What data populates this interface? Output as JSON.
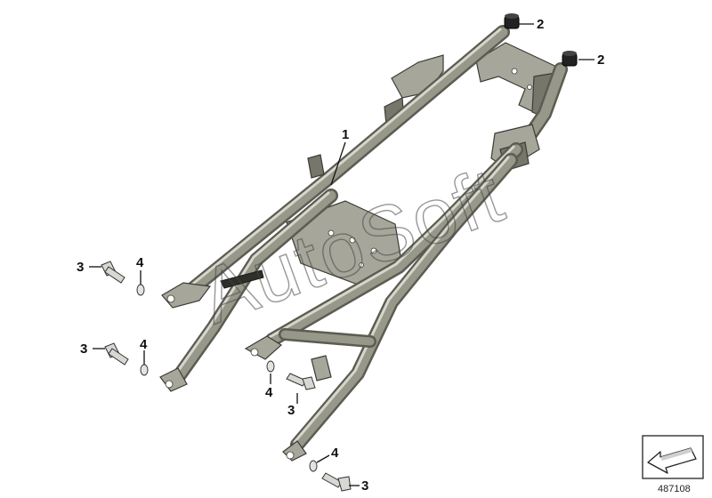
{
  "diagram": {
    "callouts": [
      {
        "id": "c1",
        "text": "1"
      },
      {
        "id": "c2a",
        "text": "2"
      },
      {
        "id": "c2b",
        "text": "2"
      },
      {
        "id": "c3a",
        "text": "3"
      },
      {
        "id": "c4a",
        "text": "4"
      },
      {
        "id": "c3b",
        "text": "3"
      },
      {
        "id": "c4b",
        "text": "4"
      },
      {
        "id": "c4c",
        "text": "4"
      },
      {
        "id": "c3c",
        "text": "3"
      },
      {
        "id": "c4d",
        "text": "4"
      },
      {
        "id": "c3d",
        "text": "3"
      }
    ],
    "watermark": "AutoSoft",
    "reference_number": "487108",
    "colors": {
      "tube_dark": "#5c5c52",
      "tube_mid": "#97978a",
      "plate": "#a6a69a",
      "ink": "#111111"
    }
  }
}
